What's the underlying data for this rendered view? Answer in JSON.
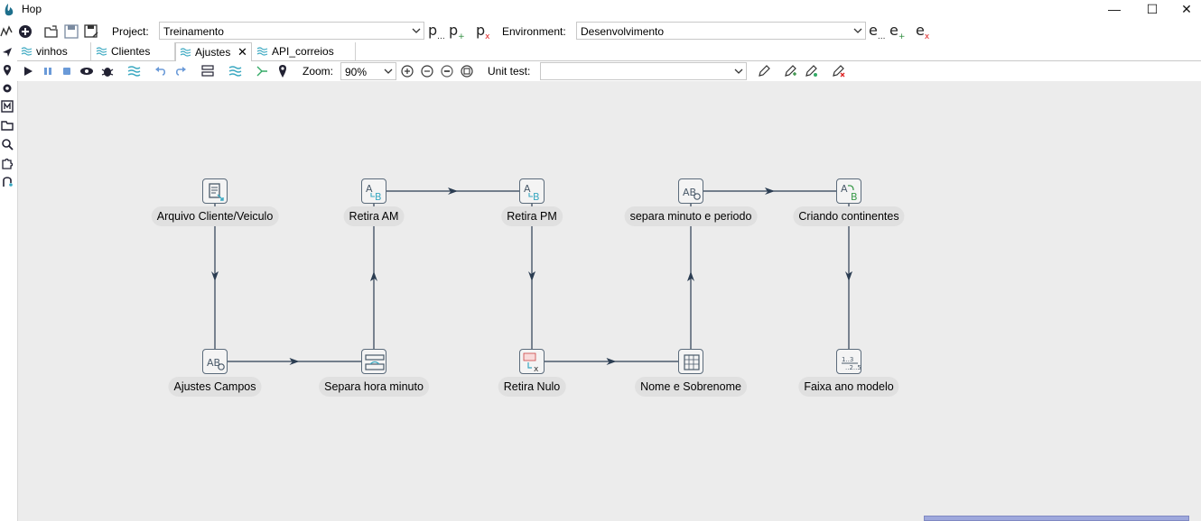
{
  "window": {
    "title": "Hop",
    "minimize": "—",
    "maximize": "☐",
    "close": "✕"
  },
  "toolbar": {
    "project_label": "Project:",
    "project_value": "Treinamento",
    "project_buttons": [
      {
        "letter": "p",
        "sub": "..."
      },
      {
        "letter": "p",
        "sub": "+"
      },
      {
        "letter": "p",
        "sub": "x"
      }
    ],
    "environment_label": "Environment:",
    "environment_value": "Desenvolvimento",
    "environment_buttons": [
      {
        "letter": "e",
        "sub": "..."
      },
      {
        "letter": "e",
        "sub": "+"
      },
      {
        "letter": "e",
        "sub": "x"
      }
    ]
  },
  "tabs": [
    {
      "label": "vinhos",
      "active": false
    },
    {
      "label": "Clientes",
      "active": false
    },
    {
      "label": "Ajustes",
      "active": true,
      "close": "✕"
    },
    {
      "label": "API_correios",
      "active": false
    }
  ],
  "pipeline_toolbar": {
    "zoom_label": "Zoom:",
    "zoom_value": "90%",
    "unit_test_label": "Unit test:",
    "unit_test_value": ""
  },
  "transforms": [
    {
      "id": "arquivo",
      "label": "Arquivo Cliente/Veiculo",
      "icon": "file-input-icon"
    },
    {
      "id": "retira_am",
      "label": "Retira AM",
      "icon": "replace-string-icon"
    },
    {
      "id": "retira_pm",
      "label": "Retira PM",
      "icon": "replace-string-icon"
    },
    {
      "id": "separa_minuto",
      "label": "separa minuto e periodo",
      "icon": "string-operations-icon"
    },
    {
      "id": "criando",
      "label": "Criando continentes",
      "icon": "value-mapper-icon"
    },
    {
      "id": "ajustes_campos",
      "label": "Ajustes Campos",
      "icon": "string-operations-icon"
    },
    {
      "id": "separa_hora",
      "label": "Separa hora minuto",
      "icon": "split-fields-icon"
    },
    {
      "id": "retira_nulo",
      "label": "Retira Nulo",
      "icon": "if-null-icon"
    },
    {
      "id": "nome",
      "label": "Nome e Sobrenome",
      "icon": "table-icon"
    },
    {
      "id": "faixa",
      "label": "Faixa ano modelo",
      "icon": "number-range-icon"
    }
  ],
  "hops": [
    [
      "arquivo",
      "ajustes_campos"
    ],
    [
      "ajustes_campos",
      "separa_hora"
    ],
    [
      "separa_hora",
      "retira_am"
    ],
    [
      "retira_am",
      "retira_pm"
    ],
    [
      "retira_pm",
      "retira_nulo"
    ],
    [
      "retira_nulo",
      "nome"
    ],
    [
      "nome",
      "separa_minuto"
    ],
    [
      "separa_minuto",
      "criando"
    ],
    [
      "criando",
      "faixa"
    ]
  ],
  "colors": {
    "canvas": "#ececec",
    "hop": "#2b3d52",
    "accent": "#3aa8c1"
  }
}
